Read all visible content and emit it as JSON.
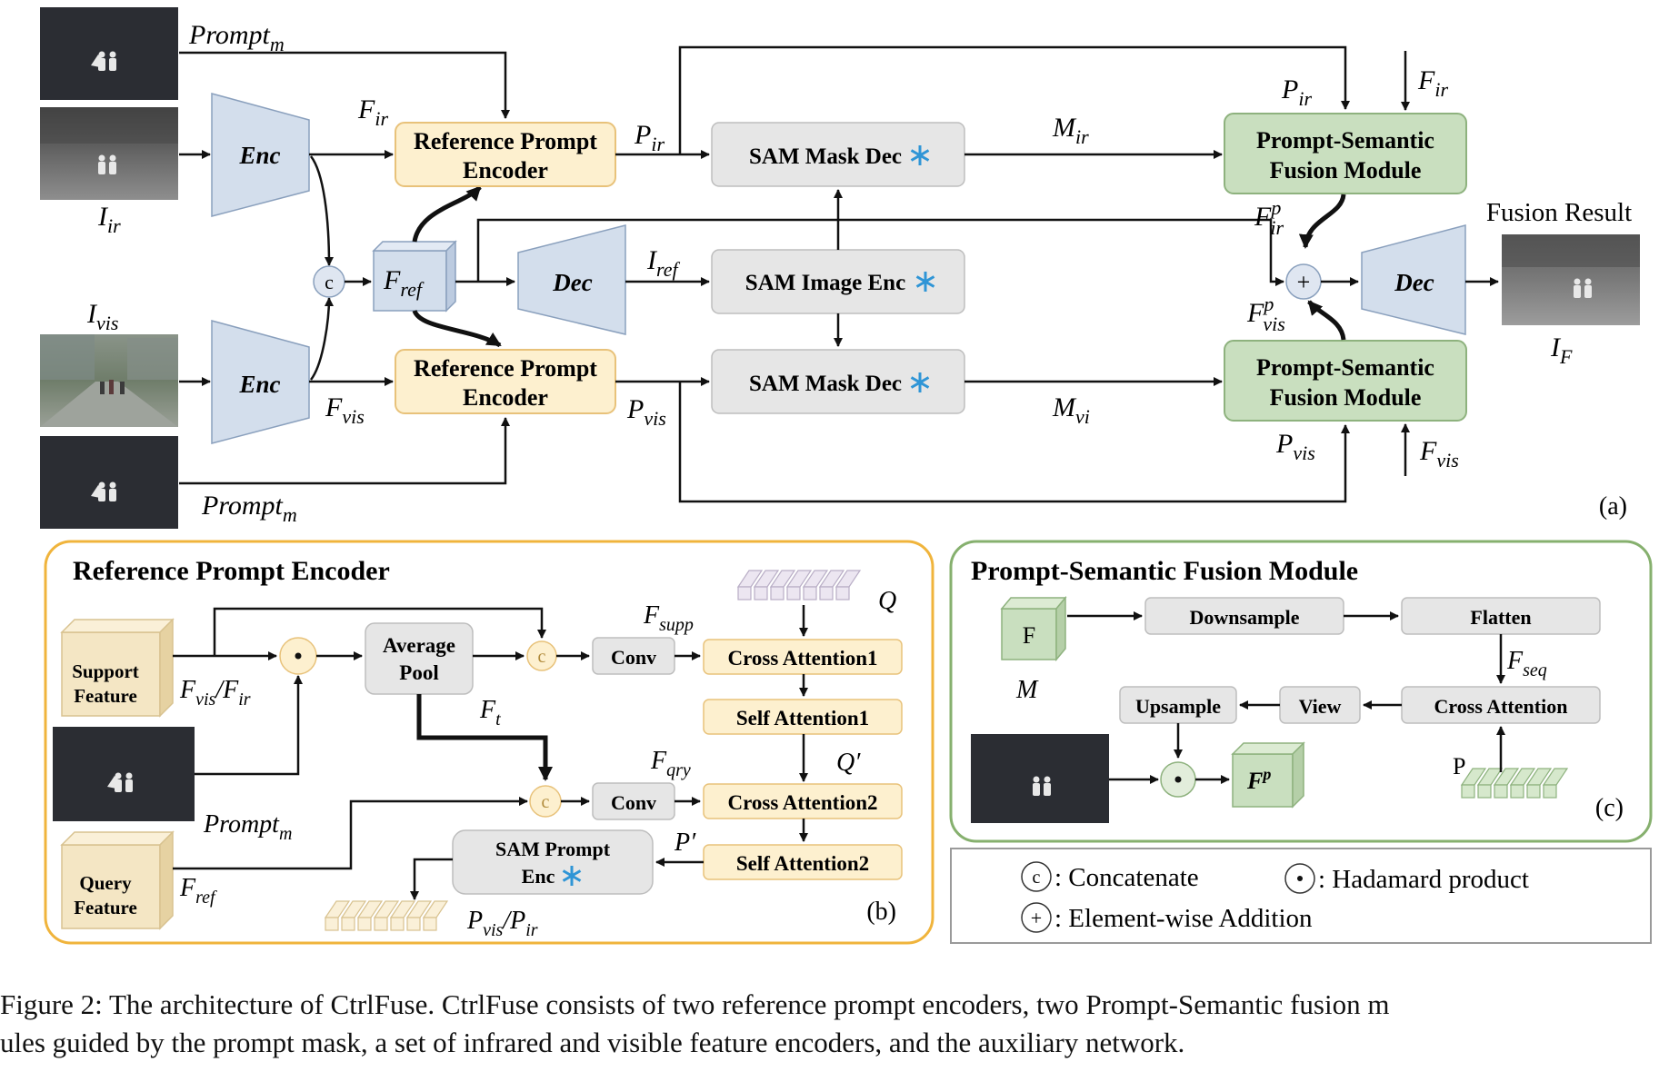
{
  "panel_a": {
    "tag": "(a)",
    "prompt_top": "Prompt",
    "prompt_bottom": "Prompt",
    "sub_m": "m",
    "i_ir": "I",
    "i_ir_sub": "ir",
    "i_vis": "I",
    "i_vis_sub": "vis",
    "enc": "Enc",
    "dec": "Dec",
    "f": "F",
    "f_ir_sub": "ir",
    "f_vis_sub": "vis",
    "f_ref_sub": "ref",
    "rpe_line1": "Reference Prompt",
    "rpe_line2": "Encoder",
    "p": "P",
    "p_ir_sub": "ir",
    "p_vis_sub": "vis",
    "sam_mask_dec": "SAM  Mask Dec",
    "sam_image_enc": "SAM  Image Enc",
    "i_ref_sub": "ref",
    "m": "M",
    "m_ir_sub": "ir",
    "m_vi_sub": "vi",
    "psfm_line1": "Prompt-Semantic",
    "psfm_line2": "Fusion Module",
    "fp_sup": "p",
    "fusion_result": "Fusion Result",
    "i_f_sub": "F",
    "concat": "c",
    "add": "+"
  },
  "panel_b": {
    "title": "Reference Prompt Encoder",
    "tag": "(b)",
    "support_line1": "Support",
    "support_line2": "Feature",
    "query_line1": "Query",
    "query_line2": "Feature",
    "fvis_fir": "F",
    "fvis_sub": "vis",
    "slash": "/",
    "fir_sub": "ir",
    "avg_line1": "Average",
    "avg_line2": "Pool",
    "f_t_sub": "t",
    "f_supp_sub": "supp",
    "f_qry_sub": "qry",
    "f_ref_sub": "ref",
    "conv": "Conv",
    "cross1": "Cross Attention1",
    "self1": "Self Attention1",
    "cross2": "Cross Attention2",
    "self2": "Self Attention2",
    "q": "Q",
    "q_prime": "Q′",
    "p_prime": "P′",
    "sam_prompt_line1": "SAM Prompt",
    "sam_prompt_line2": "Enc",
    "prompt": "Prompt",
    "prompt_sub": "m",
    "pvis_pir": "P",
    "pvis_sub": "vis",
    "pir_sub": "ir"
  },
  "panel_c": {
    "title": "Prompt-Semantic Fusion Module",
    "tag": "(c)",
    "f_cube": "F",
    "m_label": "M",
    "downsample": "Downsample",
    "flatten": "Flatten",
    "f_seq": "F",
    "f_seq_sub": "seq",
    "cross_attention": "Cross Attention",
    "view": "View",
    "upsample": "Upsample",
    "p_label": "P",
    "fp": "F",
    "fp_sup": "p"
  },
  "legend": {
    "concat_sym": "c",
    "concat_text": ": Concatenate",
    "hadamard_text": ": Hadamard product",
    "add_sym": "+",
    "add_text": ": Element-wise Addition"
  },
  "caption": "Figure 2: The architecture of CtrlFuse. CtrlFuse consists of two reference prompt encoders, two Prompt-Semantic fusion m\nules guided by the prompt mask, a set of infrared and visible feature encoders, and the auxiliary network.",
  "colors": {
    "enc_fill": "#d3deec",
    "rpe_fill": "#fdf0cf",
    "rpe_stroke": "#e8c27a",
    "sam_fill": "#e6e6e6",
    "psfm_fill": "#c9dfbf",
    "psfm_stroke": "#8eb27e",
    "mask_bg": "#2b2d33",
    "panel_b_border": "#f0b43c",
    "panel_c_border": "#86b06e",
    "snow": "#2f95d6"
  }
}
